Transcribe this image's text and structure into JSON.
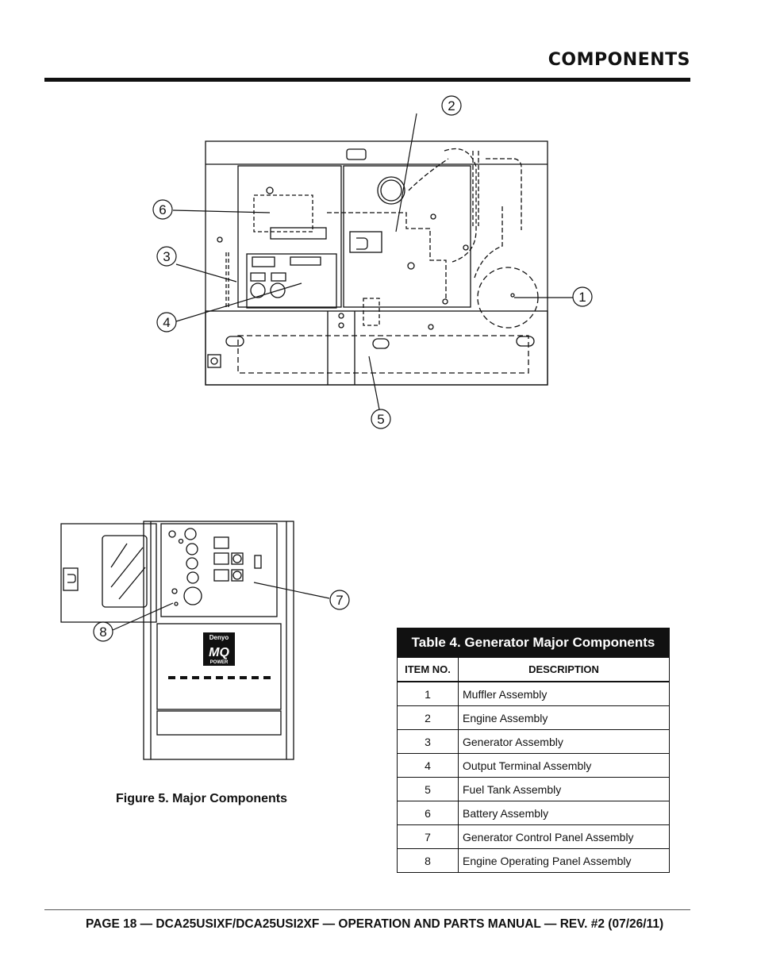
{
  "header": {
    "title": "COMPONENTS"
  },
  "figure": {
    "callouts_top": [
      "1",
      "2",
      "3",
      "4",
      "5",
      "6"
    ],
    "callouts_bottom": [
      "7",
      "8"
    ],
    "logo_text": [
      "Denyo",
      "MQ",
      "POWER"
    ],
    "caption": "Figure 5. Major Components"
  },
  "table": {
    "title": "Table 4. Generator Major Components",
    "columns": [
      "ITEM NO.",
      "DESCRIPTION"
    ],
    "rows": [
      {
        "item": "1",
        "description": "Muffler Assembly"
      },
      {
        "item": "2",
        "description": "Engine Assembly"
      },
      {
        "item": "3",
        "description": "Generator Assembly"
      },
      {
        "item": "4",
        "description": "Output Terminal Assembly"
      },
      {
        "item": "5",
        "description": "Fuel Tank Assembly"
      },
      {
        "item": "6",
        "description": "Battery Assembly"
      },
      {
        "item": "7",
        "description": "Generator Control Panel Assembly"
      },
      {
        "item": "8",
        "description": "Engine Operating Panel Assembly"
      }
    ]
  },
  "footer": {
    "text": "PAGE 18 — DCA25USIXF/DCA25USI2XF — OPERATION AND PARTS MANUAL — REV. #2 (07/26/11)"
  }
}
